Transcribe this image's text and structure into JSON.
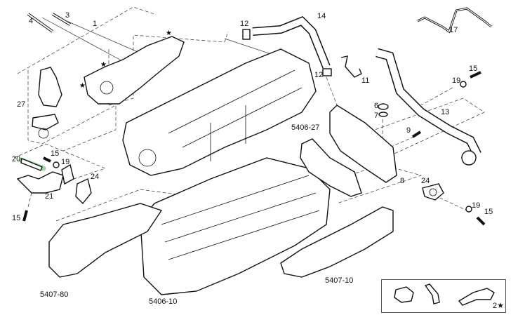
{
  "diagram": {
    "highlight_color": "#2fbf4a",
    "highlighted_part": "20",
    "callouts": {
      "p4": "4",
      "p3": "3",
      "p1": "1",
      "p27": "27",
      "p12a": "12",
      "p14": "14",
      "p17": "17",
      "p12b": "12",
      "p11": "11",
      "p15a": "15",
      "p19a": "19",
      "p6": "6",
      "p7": "7",
      "p13": "13",
      "p9": "9",
      "p20": "20",
      "p15b": "15",
      "p19b": "19",
      "p24a": "24",
      "p21": "21",
      "p15c": "15",
      "p8": "8",
      "p24b": "24",
      "p19c": "19",
      "p15d": "15"
    },
    "groups": {
      "g540627": "5406-27",
      "g540780": "5407-80",
      "g540610": "5406-10",
      "g540710": "5407-10"
    },
    "inset_label": "2★"
  }
}
